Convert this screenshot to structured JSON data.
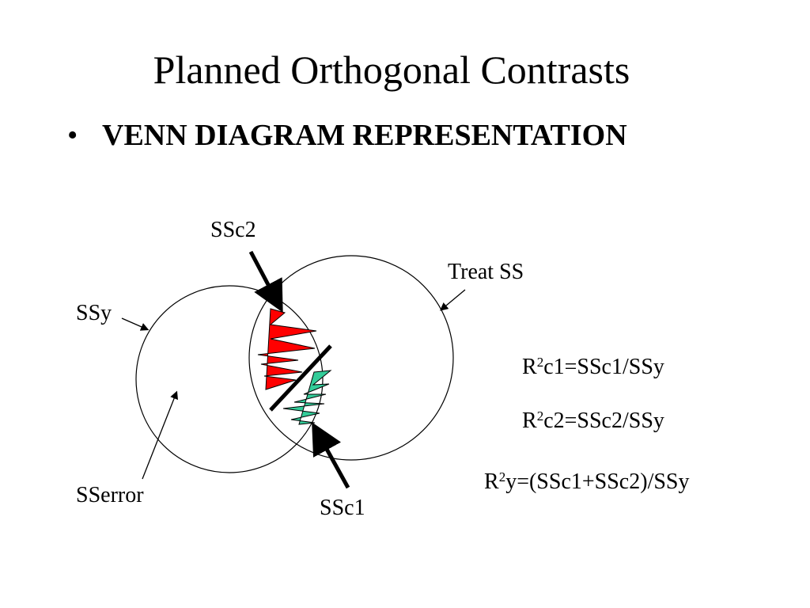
{
  "slide": {
    "title": "Planned Orthogonal Contrasts",
    "bullet": {
      "marker": "•",
      "text": "VENN DIAGRAM REPRESENTATION"
    }
  },
  "diagram": {
    "labels": {
      "ssc2": "SSc2",
      "treat_ss": "Treat SS",
      "ssy": "SSy",
      "sserror": "SSerror",
      "ssc1": "SSc1"
    },
    "colors": {
      "ssc2_fill": "#ff0000",
      "ssc1_fill": "#33cc99",
      "stroke": "#000000"
    }
  },
  "equations": [
    {
      "base": "R",
      "exp": "2",
      "rest": "c1=SSc1/SSy"
    },
    {
      "base": "R",
      "exp": "2",
      "rest": "c2=SSc2/SSy"
    },
    {
      "base": "R",
      "exp": "2",
      "rest": "y=(SSc1+SSc2)/SSy"
    }
  ]
}
